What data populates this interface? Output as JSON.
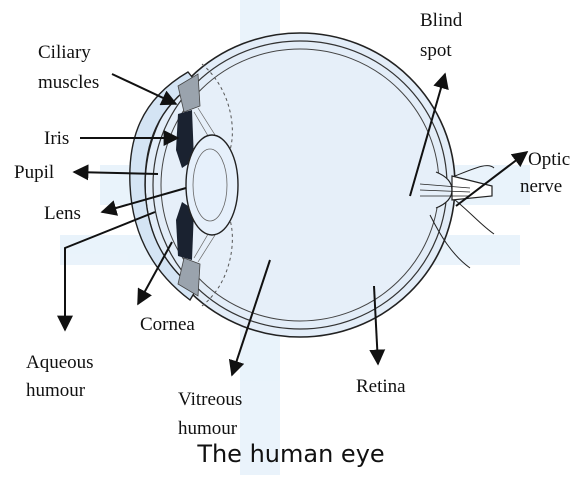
{
  "labels": {
    "ciliary_1": "Ciliary",
    "ciliary_2": "muscles",
    "iris": "Iris",
    "pupil": "Pupil",
    "lens": "Lens",
    "cornea": "Cornea",
    "aqueous_1": "Aqueous",
    "aqueous_2": "humour",
    "vitreous_1": "Vitreous",
    "vitreous_2": "humour",
    "retina": "Retina",
    "blind_1": "Blind",
    "blind_2": "spot",
    "optic_1": "Optic",
    "optic_2": "nerve"
  },
  "caption": "The human eye",
  "colors": {
    "band": "#d8eaf8",
    "eye_fill": "#e3edf8",
    "cornea_fill": "#d4e4f4",
    "lens_fill": "#e6f0fb",
    "iris_dark": "#1a2230",
    "ciliary_grey": "#9aa3ad",
    "outline": "#222222",
    "text": "#111111"
  }
}
